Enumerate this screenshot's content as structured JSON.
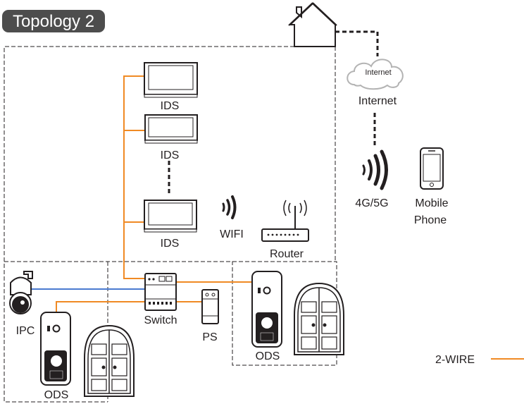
{
  "title": "Topology 2",
  "labels": {
    "ids_1": "IDS",
    "ids_2": "IDS",
    "ids_3": "IDS",
    "wifi": "WIFI",
    "router": "Router",
    "internet_cloud": "Internet",
    "internet": "Internet",
    "network": "4G/5G",
    "mobile_line1": "Mobile",
    "mobile_line2": "Phone",
    "ipc": "IPC",
    "switch": "Switch",
    "ps": "PS",
    "ods_left": "ODS",
    "ods_right": "ODS",
    "legend_2wire": "2-WIRE"
  },
  "colors": {
    "two_wire": "#f08a24",
    "ipc_link": "#4a7bd0",
    "outline": "#231f20",
    "dashed": "#231f20",
    "title_bg": "#4d4d4d"
  }
}
